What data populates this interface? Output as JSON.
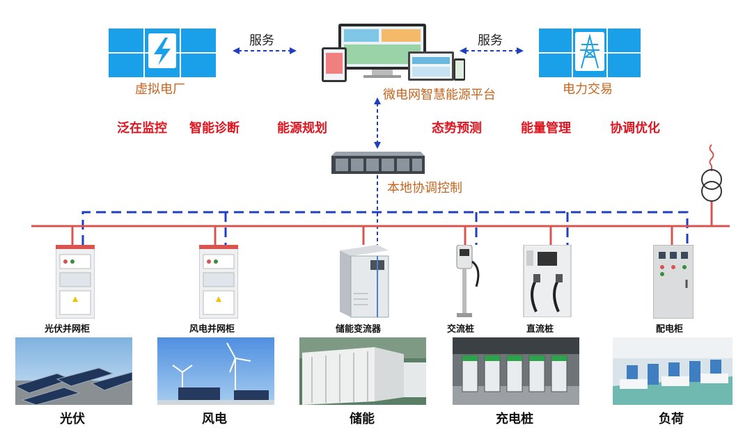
{
  "top": {
    "vpp_label": "虚拟电厂",
    "platform_label": "微电网智慧能源平台",
    "trade_label": "电力交易",
    "service_left": "服务",
    "service_right": "服务"
  },
  "functions": [
    "泛在监控",
    "智能诊断",
    "能源规划",
    "态势预测",
    "能量管理",
    "协调优化"
  ],
  "controller_label": "本地协调控制",
  "equipment": [
    "光伏并网柜",
    "风电并网柜",
    "储能变流器",
    "交流桩",
    "直流桩",
    "配电柜"
  ],
  "sources": [
    "光伏",
    "风电",
    "储能",
    "充电桩",
    "负荷"
  ],
  "colors": {
    "bus": "#d9534f",
    "control": "#1f3fbf",
    "accent": "#c8641e",
    "highlight": "#e0141e"
  }
}
